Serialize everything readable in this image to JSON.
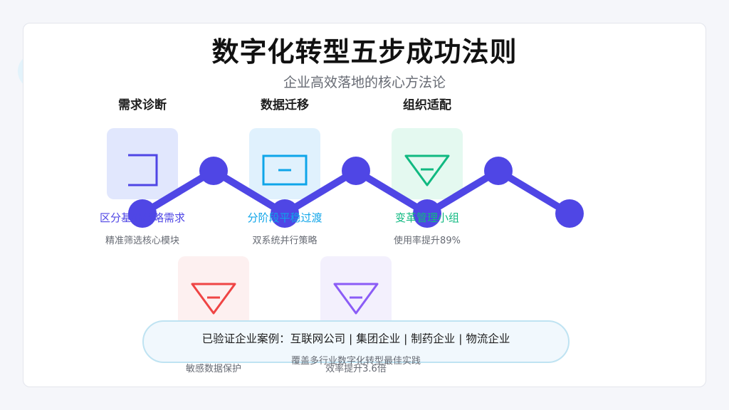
{
  "title": "数字化转型五步成功法则",
  "subtitle": "企业高效落地的核心方法论",
  "steps": [
    {
      "title": "需求诊断",
      "label": "区分基础战略需求",
      "desc": "精准筛选核心模块",
      "icon": "bracket-icon",
      "color": "#4f46e5",
      "tile_bg": "#e1e7fd"
    },
    {
      "title": "数据迁移",
      "label": "分阶段平稳过渡",
      "desc": "双系统并行策略",
      "icon": "minus-box-icon",
      "color": "#0ea5e9",
      "tile_bg": "#e0f1fd"
    },
    {
      "title": "组织适配",
      "label": "变革管理小组",
      "desc": "使用率提升89%",
      "icon": "triangle-icon",
      "color": "#10b981",
      "tile_bg": "#e4f9f0"
    },
    {
      "title": "",
      "label": "",
      "desc": "敏感数据保护",
      "icon": "triangle-icon",
      "color": "#ef4444",
      "tile_bg": "#fdf0f0"
    },
    {
      "title": "",
      "label": "",
      "desc": "效率提升3.6倍",
      "icon": "triangle-icon",
      "color": "#8b5cf6",
      "tile_bg": "#f3f0fd"
    }
  ],
  "connector": {
    "color": "#4f46e5",
    "node_count": 7
  },
  "banner": {
    "text": "已验证企业案例：互联网公司 | 集团企业 | 制药企业 | 物流企业",
    "sub": "覆盖多行业数字化转型最佳实践"
  }
}
